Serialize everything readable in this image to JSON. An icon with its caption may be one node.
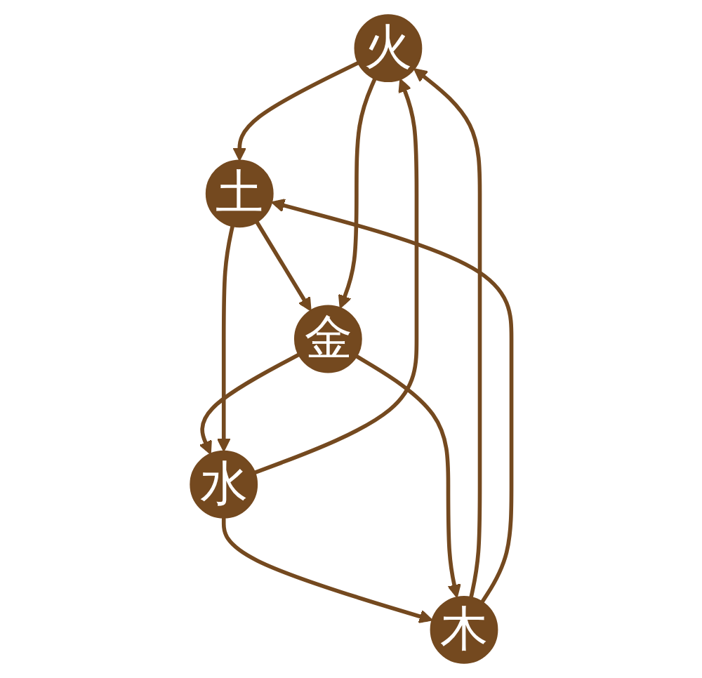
{
  "diagram": {
    "nodes": [
      {
        "text": [
          "火"
        ]
      },
      {
        "text": [
          "木"
        ]
      },
      {
        "text": [
          "土"
        ]
      },
      {
        "text": [
          "水"
        ]
      },
      {
        "text": [
          "金"
        ]
      }
    ],
    "edges": [
      {
        "from": 1,
        "to": 0,
        "arrow": "to"
      },
      {
        "from": 0,
        "to": 2,
        "arrow": "to"
      },
      {
        "from": 2,
        "to": 4,
        "arrow": "to"
      },
      {
        "from": 4,
        "to": 3,
        "arrow": "to"
      },
      {
        "from": 3,
        "to": 1,
        "arrow": "to"
      },
      {
        "from": 1,
        "to": 2,
        "arrow": "to"
      },
      {
        "from": 2,
        "to": 3,
        "arrow": "to"
      },
      {
        "from": 3,
        "to": 0,
        "arrow": "to"
      },
      {
        "from": 0,
        "to": 4,
        "arrow": "to"
      },
      {
        "from": 4,
        "to": 1,
        "arrow": "to"
      }
    ]
  }
}
